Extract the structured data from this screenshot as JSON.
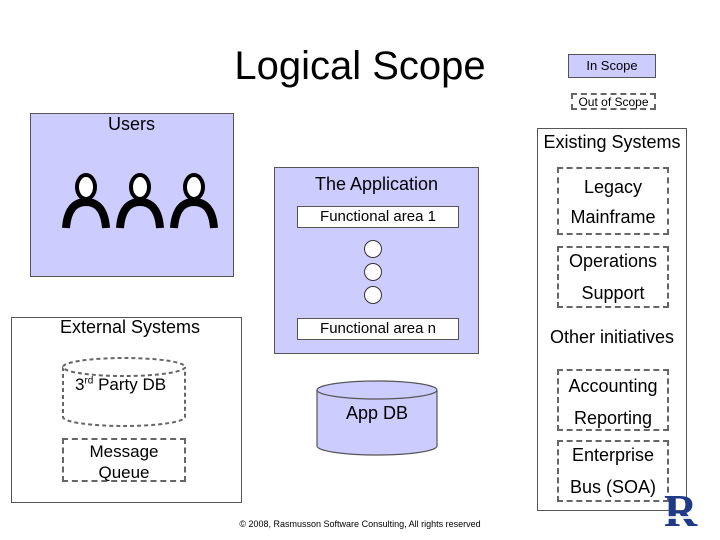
{
  "title": "Logical Scope",
  "legend": {
    "in_scope": "In Scope",
    "out_of_scope": "Out of Scope"
  },
  "users": {
    "label": "Users",
    "icon_count": 3
  },
  "external": {
    "label": "External Systems",
    "db_prefix": "3",
    "db_sup": "rd",
    "db_suffix": " Party DB",
    "queue_line1": "Message",
    "queue_line2": "Queue"
  },
  "application": {
    "title": "The Application",
    "area_first": "Functional area 1",
    "area_last": "Functional area n",
    "db": "App DB"
  },
  "existing": {
    "label": "Existing Systems",
    "legacy": "Legacy",
    "mainframe": "Mainframe",
    "ops_line1": "Operations",
    "ops_line2": "Support"
  },
  "other": {
    "label": "Other initiatives",
    "accounting": "Accounting",
    "reporting": "Reporting",
    "enterprise": "Enterprise",
    "bus": "Bus (SOA)"
  },
  "copyright": "© 2008, Rasmusson Software Consulting, All rights reserved",
  "colors": {
    "in_scope": "#ccccff",
    "border": "#555555",
    "logo": "#1f3a8a"
  }
}
